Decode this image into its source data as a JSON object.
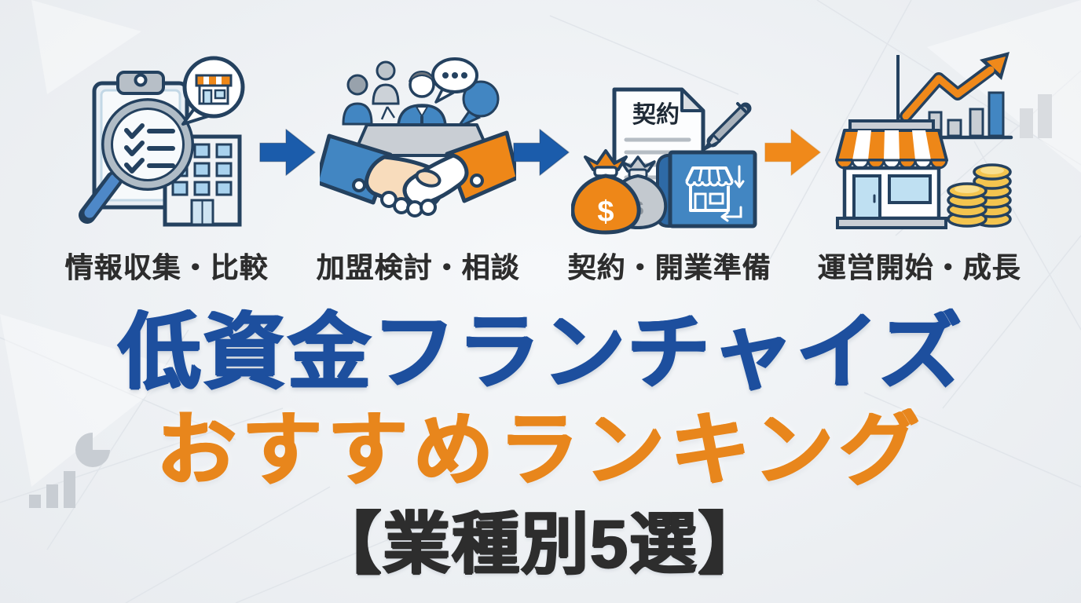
{
  "page": {
    "background": "#eef1f4"
  },
  "palette": {
    "primary_blue": "#1d4f9e",
    "accent_orange": "#e8861c",
    "arrow_blue": "#1b5cab",
    "arrow_orange": "#f0891a",
    "label_dark": "#2d2d2d",
    "outline_navy": "#24415f",
    "decoration_grey": "#c8cdd3"
  },
  "process_flow": {
    "steps": [
      {
        "label": "情報収集・比較",
        "icon": "clipboard-checklist-magnifier-building"
      },
      {
        "label": "加盟検討・相談",
        "icon": "meeting-handshake-speech-bubbles"
      },
      {
        "label": "契約・開業準備",
        "icon": "contract-pen-moneybags-blueprint",
        "contract_text": "契約",
        "currency_symbol": "$",
        "currency_symbol_secondary": "$"
      },
      {
        "label": "運営開始・成長",
        "icon": "storefront-growth-chart-coins"
      }
    ],
    "arrows": [
      {
        "color": "#1b5cab"
      },
      {
        "color": "#1b5cab"
      },
      {
        "color": "#f0891a"
      }
    ]
  },
  "title": {
    "line1": {
      "text": "低資金フランチャイズ",
      "color": "#1d4f9e"
    },
    "line2": {
      "text": "おすすめランキング",
      "color": "#e8861c"
    },
    "line3": {
      "text": "【業種別5選】",
      "color": "#2d2d2d"
    }
  }
}
